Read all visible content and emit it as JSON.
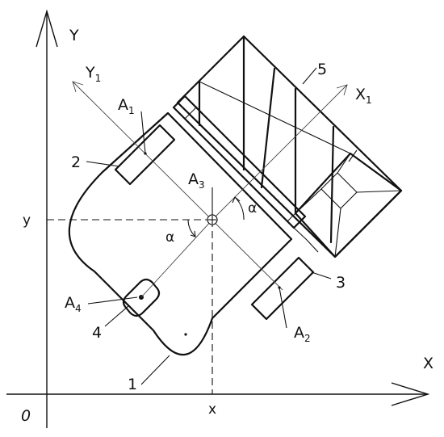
{
  "axes": {
    "origin": "0",
    "x_label": "X",
    "y_label": "Y",
    "x_tick": "x",
    "y_tick": "y"
  },
  "body_axes": {
    "x1": {
      "letter": "X",
      "sub": "1"
    },
    "y1": {
      "letter": "Y",
      "sub": "1"
    }
  },
  "points": {
    "a1": {
      "letter": "A",
      "sub": "1"
    },
    "a2": {
      "letter": "A",
      "sub": "2"
    },
    "a3": {
      "letter": "A",
      "sub": "3"
    },
    "a4": {
      "letter": "A",
      "sub": "4"
    }
  },
  "angle_label": "α",
  "parts": {
    "p1": "1",
    "p2": "2",
    "p3": "3",
    "p4": "4",
    "p5": "5"
  }
}
